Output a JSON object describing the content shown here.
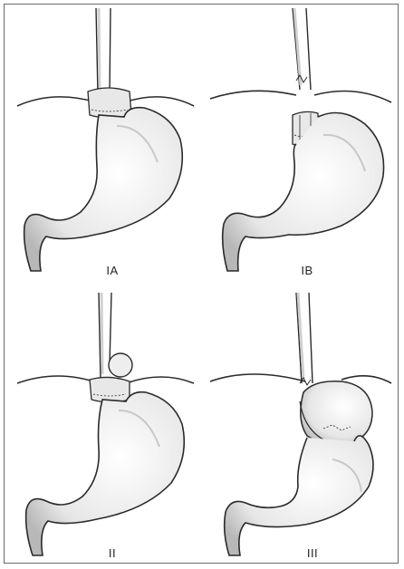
{
  "panels": [
    {
      "id": "IA",
      "label": "IA"
    },
    {
      "id": "IB",
      "label": "IB"
    },
    {
      "id": "II",
      "label": "II"
    },
    {
      "id": "III",
      "label": "III"
    }
  ],
  "colors": {
    "frame": "#6a6a6a",
    "ink": "#2a2a2a",
    "organ_fill": "#f2f2f2",
    "shade": "#c8c8c8"
  }
}
